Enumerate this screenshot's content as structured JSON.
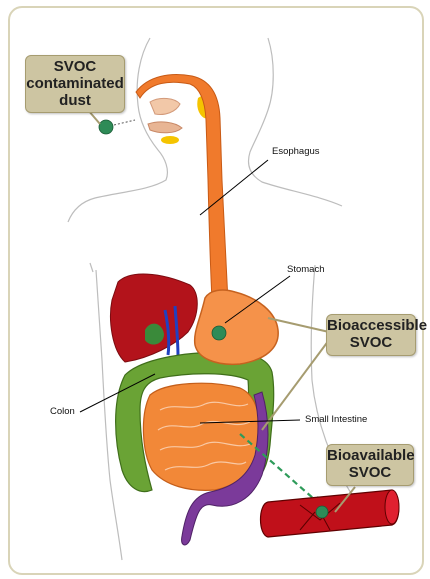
{
  "callouts": {
    "dust": "SVOC contaminated dust",
    "bioaccessible": "Bioaccessible SVOC",
    "bioavailable": "Bioavailable SVOC"
  },
  "labels": {
    "esophagus": "Esophagus",
    "stomach": "Stomach",
    "colon": "Colon",
    "small_intestine": "Small Intestine"
  },
  "colors": {
    "esophagus": "#f07a2c",
    "stomach": "#f5924a",
    "liver": "#b3131b",
    "colon": "#6aa335",
    "small_intestine": "#f28838",
    "rectum": "#7b3a9a",
    "blood_vessel": "#c0101a",
    "particle": "#2e8b57",
    "callout_fill": "#cdc5a2"
  }
}
